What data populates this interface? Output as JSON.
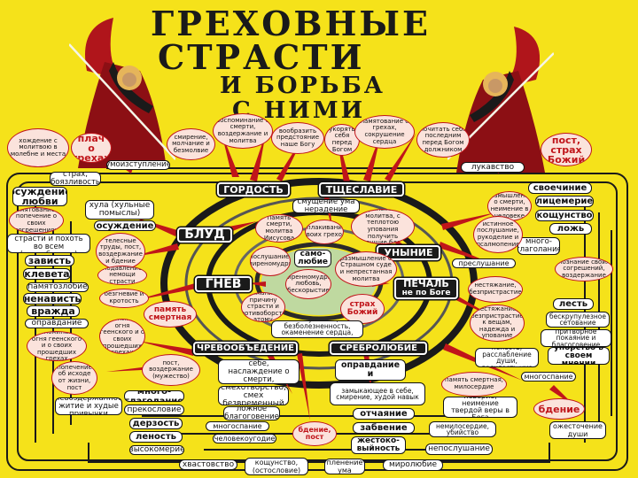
{
  "title": {
    "line1": "ГРЕХОВНЫЕ",
    "line2": "СТРАСТИ",
    "line3": "И БОРЬБА",
    "line4": "С НИМИ"
  },
  "passions": {
    "pride": "ГОРДОСТЬ",
    "vainglory": "ТЩЕСЛАВИЕ",
    "fornication": "БЛУД",
    "despondency": "УНЫНИЕ",
    "anger": "ГНЕВ",
    "sorrow_1": "ПЕЧАЛЬ",
    "sorrow_2": "не по Богe",
    "gluttony": "ЧРЕВООБЪЕДЕНИЕ",
    "avarice": "СРЕБРОЛЮБИЕ"
  },
  "left_boxes": {
    "fear": "страх, боязливость",
    "condemnation_love": "осуждение любви",
    "memory_death": "памятование и попечение о своих согрешениях",
    "hula": "хула (хульные помыслы)",
    "condemnation": "осуждение",
    "pleasing": "угождение страсти и похоть во всем (послабление)",
    "envy": "зависть",
    "slander": "клевета",
    "rancor": "памятозлобие",
    "hatred": "ненависть",
    "enmity": "вражда",
    "justification": "оправдание",
    "intemperate": "невоздержанное житие и худые привычки",
    "dispute": "прекословие",
    "insolence": "дерзость",
    "laziness": "леность",
    "arrogance": "высокомерие",
    "boasting": "хвастовство",
    "chelovekougodie": "человекоугодие",
    "self_love": "самолюбие"
  },
  "right_boxes": {
    "cunning": "лукавство",
    "self_will": "своечиние",
    "hypocrisy": "лицемерие",
    "vanity": "кощунство",
    "lie": "ложь",
    "talk": "много-глаголание",
    "disobedience_1": "преслушание",
    "flattery": "лесть",
    "shamelessness": "бескрупулезное сетование",
    "false_repentance": "притворное покаяние и благоговение",
    "stubbornness": "упорство в своем мнении",
    "sleep": "многоспание",
    "despair": "бдение",
    "bitterness": "ожесточение души",
    "murder": "немилосердие, убийство",
    "disobedience_2": "непослушание",
    "unmerciful": "немилосердие",
    "forgetfulness": "забвение",
    "cruelty": "жестоко-выйность",
    "captivity": "пленение ума",
    "world_love": "миролюбие",
    "unbelief": "неверие, неимение твердой веры в Бога",
    "kindness": "память смертная, милосердие",
    "laziness_sin": "леность, расслабление души, дряхлость ума"
  },
  "center_boxes": {
    "shy": "умоизступление",
    "feed": "смущение ума нерадение",
    "serve": "обычай угождать себе, наслаждение о смерти, безбоязненность",
    "slow": "смехотворство, смех безвременный",
    "false": "ложное благоговение",
    "polygl": "много-глаголание",
    "rejection": "отчаяние",
    "unprofitable": "замыкающее в себе, смирение, худой навык",
    "sloth": "нечувствие, безболезненность, окаменение сердца, жестокосердие",
    "word": "слово-оправдание и прекословие",
    "kosch": "кощунство, (остословие)",
    "bdenie": "бдение, пост"
  },
  "virtues": {
    "plach_1": "плач",
    "plach_2": "о грехах",
    "post_1": "пост, страх",
    "post_2": "Божий",
    "pamyat_1": "память",
    "pamyat_2": "смертная",
    "strakh_1": "страх",
    "strakh_2": "Божий",
    "samo": "само-любие",
    "humility": "смирение, молчание и безмолвие",
    "death_memory": "воспоминание о смерти, воздержание и молитва",
    "imagine": "вообразить предстояние наше Богу",
    "reproach": "укорять себя перед Богом",
    "remember_sins": "памятование о грехах, сокрушение сердца",
    "count": "почитать себя последним перед Богом должником",
    "left_prayer": "хождение с молитвою в молебне и места",
    "razmysh": "размышление о смерти, неимение в человеке",
    "truth": "истинное послушание, рукоделие и псалмопение",
    "cognize": "познание своих согрешений, воздержание",
    "mem_pray": "память смерти, молитва Иисусова",
    "repent": "оплакивание своих грехов",
    "prayer_long": "прилежная молитва, с теплотою упования получить будущие блага",
    "obedience": "послушание, смиреномудрие",
    "bodily": "телесные труды, пост, воздержание и бдение",
    "revenge": "подавление немощи страсти",
    "gentle": "безгневие и кротость",
    "reflect": "размышление о Страшном суде и непрестанная молитва",
    "humble_mind": "смиренномудрие, любовь, бескорыстие",
    "vast": "внимание к причину страсти и противоборство этому",
    "remember_fire": "воспоминание огня геенского и о своих прошедших грехах",
    "fasting": "пост, воздержание (мужество)",
    "attention": "попечение об исходе от жизни, пост",
    "hope_god": "нестяжание, безпристрастие к вещам, надежда и упование",
    "mindful": "нестяжание, безпристрастие"
  }
}
